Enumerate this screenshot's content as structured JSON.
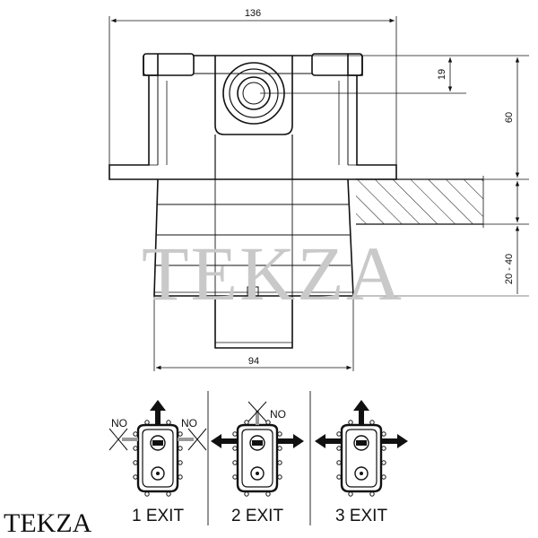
{
  "dimensions": {
    "top_width": "136",
    "bottom_width": "94",
    "outlet_height": "19",
    "box_height": "60",
    "depth_range": "20 - 40"
  },
  "watermark": "TEKZA",
  "brand": "TEKZA",
  "exits": [
    {
      "label": "1 EXIT",
      "no_labels": [
        "NO",
        "NO"
      ]
    },
    {
      "label": "2 EXIT",
      "no_labels": [
        "NO"
      ]
    },
    {
      "label": "3 EXIT",
      "no_labels": []
    }
  ]
}
